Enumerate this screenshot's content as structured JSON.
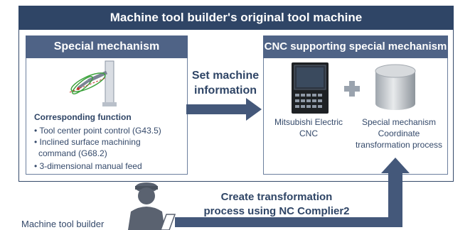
{
  "outer_title": "Machine tool builder's original tool machine",
  "left_panel": {
    "title": "Special mechanism",
    "function_heading": "Corresponding function",
    "functions": [
      "• Tool center point control (G43.5)",
      "• Inclined surface machining",
      "command (G68.2)",
      "• 3-dimensional manual feed"
    ]
  },
  "set_info": [
    "Set machine",
    "information"
  ],
  "right_panel": {
    "title": "CNC supporting special mechanism",
    "cnc_label": [
      "Mitsubishi Electric",
      "CNC"
    ],
    "plus": "+",
    "process_label": [
      "Special mechanism",
      "Coordinate",
      "transformation process"
    ]
  },
  "create_label": [
    "Create transformation",
    "process using NC Complier2"
  ],
  "builder_label": "Machine tool builder",
  "colors": {
    "navy": "#2f4566",
    "panel_header": "#4f6386",
    "arrow": "#44587a"
  }
}
